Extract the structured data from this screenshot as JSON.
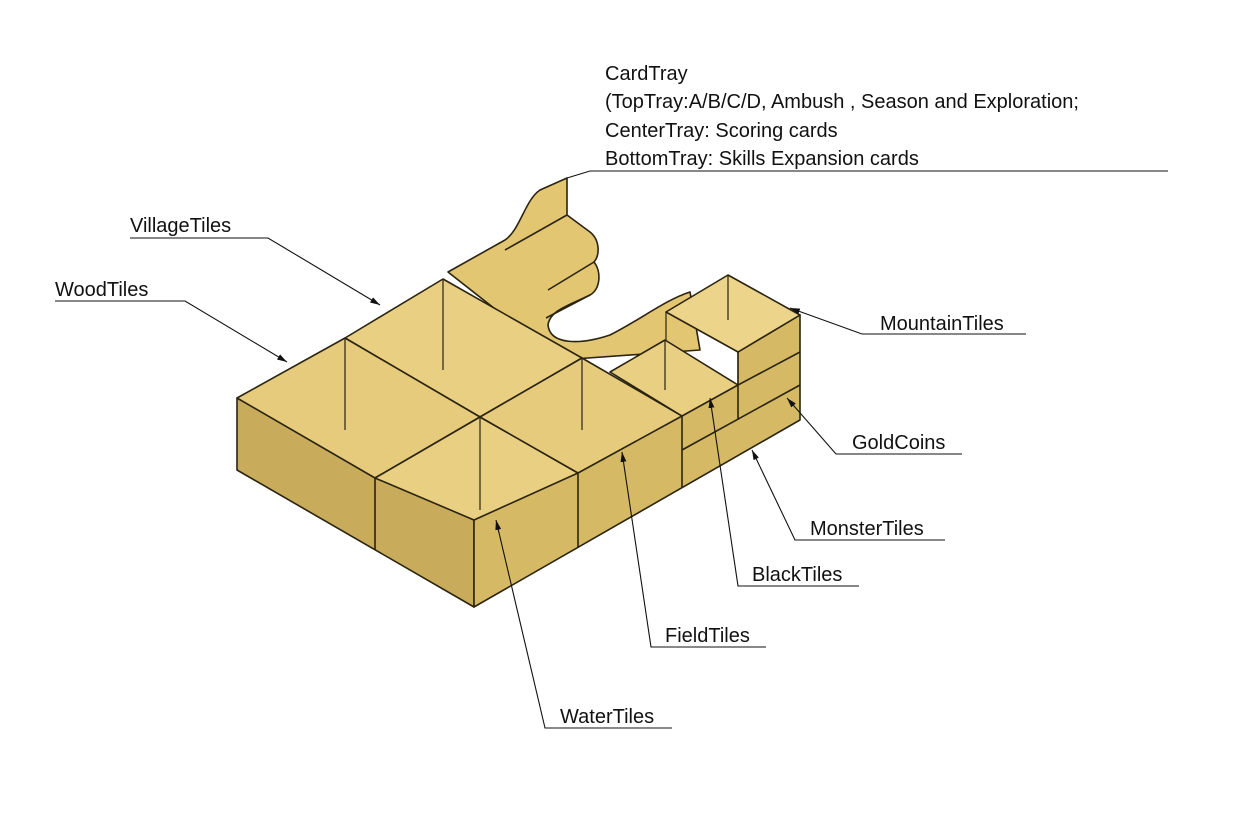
{
  "colors": {
    "top": "#e3c672",
    "side_light": "#d8bb66",
    "side_dark": "#c3a457",
    "inner": "#ecd48a",
    "line": "#2a2410"
  },
  "card_tray": {
    "lines": [
      "CardTray",
      "(TopTray:A/B/C/D, Ambush , Season and Exploration;",
      "CenterTray: Scoring cards",
      "BottomTray: Skills Expansion cards"
    ]
  },
  "labels": {
    "village": "VillageTiles",
    "wood": "WoodTiles",
    "mountain": "MountainTiles",
    "gold": "GoldCoins",
    "monster": "MonsterTiles",
    "black": "BlackTiles",
    "field": "FieldTiles",
    "water": "WaterTiles"
  }
}
